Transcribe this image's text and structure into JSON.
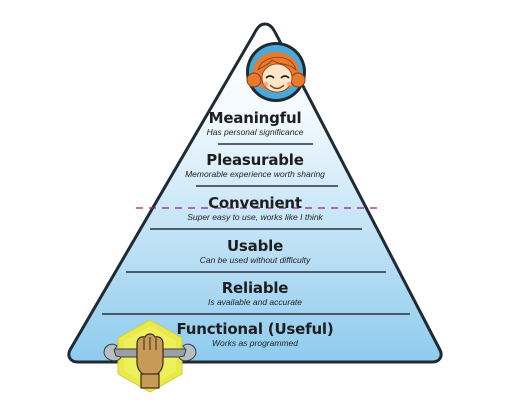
{
  "pyramid": {
    "levels": [
      {
        "title": "Meaningful",
        "subtitle": "Has personal significance"
      },
      {
        "title": "Pleasurable",
        "subtitle": "Memorable experience worth sharing"
      },
      {
        "title": "Convenient",
        "subtitle": "Super easy to use, works like I think"
      },
      {
        "title": "Usable",
        "subtitle": "Can be used without difficulty"
      },
      {
        "title": "Reliable",
        "subtitle": "Is available and accurate"
      },
      {
        "title": "Functional (Useful)",
        "subtitle": "Works as programmed"
      }
    ],
    "colors": {
      "top": "#ffffff",
      "bottom": "#8ecbee",
      "outline": "#1f2a33",
      "divider": "#2a3038",
      "dashed_line": "#a0198a",
      "badge_yellow": "#e9ea4a",
      "hair": "#e87a2e",
      "fist_skin": "#c79a57"
    },
    "icons": {
      "top": "happy-girl-face-icon",
      "bottom": "fist-holding-wrench-icon"
    }
  }
}
